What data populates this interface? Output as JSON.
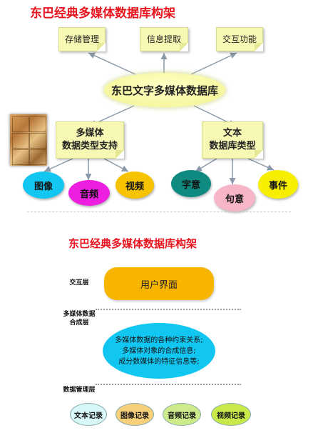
{
  "top": {
    "title": "东巴经典多媒体数据库构架",
    "modules": [
      "存储管理",
      "信息提取",
      "交互功能"
    ],
    "center": "东巴文字多媒体数据库",
    "left_support": {
      "line1": "多媒体",
      "line2": "数据类型支持"
    },
    "right_support": {
      "line1": "文本",
      "line2": "数据库类型"
    },
    "left_ovals": [
      "图像",
      "音频",
      "视频"
    ],
    "right_ovals": [
      "字意",
      "句意",
      "事件"
    ]
  },
  "bottom": {
    "title": "东巴经典多媒体数据库构架",
    "layers": {
      "interaction": "交互层",
      "composition_line1": "多媒体数据",
      "composition_line2": "合成层",
      "management": "数据管理层"
    },
    "ui_box": "用户界面",
    "composition_text": [
      "多媒体数据的各种约束关系;",
      "多媒体对象的合成信息;",
      "成分数媒体的特征信息等;"
    ],
    "records": [
      "文本记录",
      "图像记录",
      "音频记录",
      "视频记录"
    ]
  },
  "colors": {
    "title_red": "#e8141e",
    "note_yellow": "#f7f8b4",
    "image_oval": "#12c6f2",
    "audio_oval": "#ee1ee0",
    "video_oval": "#f7c300",
    "word_oval": "#0f8a80",
    "sentence_oval": "#f6b6c8",
    "event_oval": "#f7ee00",
    "ui_gold": "#f7b500",
    "composition_cyan": "#12c6f2",
    "record_text": "#d8f7f8",
    "record_image": "#f7d07c",
    "record_audio": "#cdeb8b",
    "record_video": "#c9e94a"
  }
}
